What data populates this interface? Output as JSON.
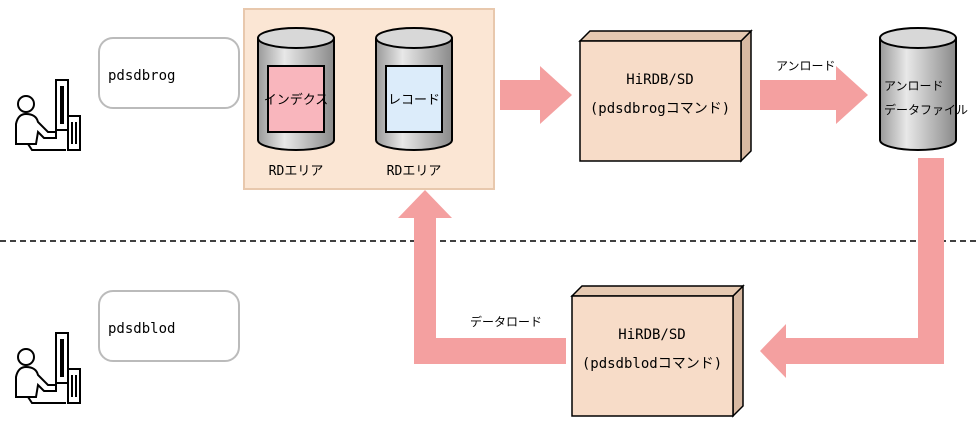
{
  "users": [
    {
      "command": "pdsdbrog"
    },
    {
      "command": "pdsdblod"
    }
  ],
  "rdareas": [
    {
      "content": "インデクス",
      "caption": "RDエリア"
    },
    {
      "content": "レコード",
      "caption": "RDエリア"
    }
  ],
  "hirdb_unload": {
    "title": "HiRDB/SD",
    "command": "(pdsdbrogコマンド)"
  },
  "hirdb_load": {
    "title": "HiRDB/SD",
    "command": "(pdsdblodコマンド)"
  },
  "unload_label": "アンロード",
  "unload_file": {
    "line1": "アンロード",
    "line2": "データファイル"
  },
  "data_load_label": "データロード",
  "colors": {
    "arrow": "#f4a0a0",
    "rd_panel": "#fbe6d4",
    "box_face": "#f7dcc8",
    "box_side": "#d8b9a2",
    "index_fill": "#f9b6bd",
    "record_fill": "#dcecfa",
    "cylinder": "#c8c8c8"
  }
}
